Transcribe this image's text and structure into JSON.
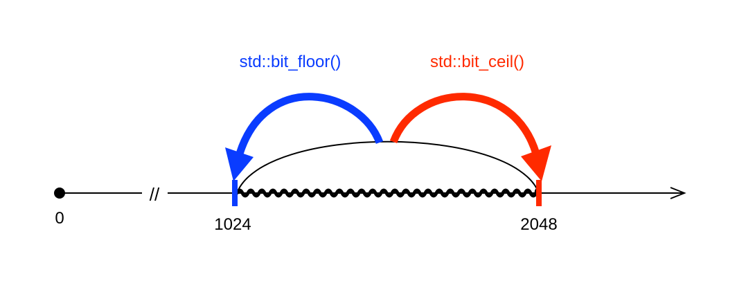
{
  "diagram": {
    "axis_labels": {
      "origin": "0",
      "floor_value": "1024",
      "ceil_value": "2048"
    },
    "axis_break_symbol": "//",
    "functions": {
      "floor": "std::bit_floor()",
      "ceil": "std::bit_ceil()"
    },
    "colors": {
      "floor": "#0a3cff",
      "ceil": "#ff2a00",
      "axis": "#000000"
    },
    "icons": {
      "axis_end": "arrow-right-icon",
      "floor_arrow": "curved-arrow-left-icon",
      "ceil_arrow": "curved-arrow-right-icon"
    }
  }
}
